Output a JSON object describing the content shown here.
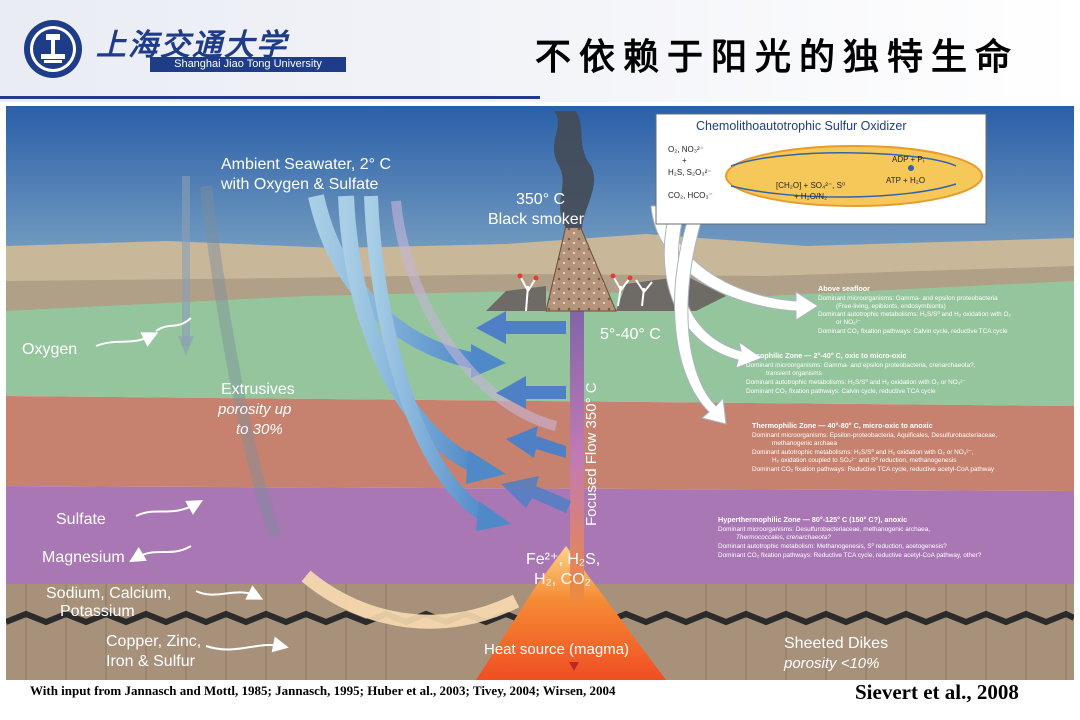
{
  "header": {
    "logo_cn": "上海交通大学",
    "logo_en": "Shanghai Jiao Tong University",
    "title": "不依赖于阳光的独特生命"
  },
  "diagram": {
    "ambient_1": "Ambient Seawater, 2° C",
    "ambient_2": "with Oxygen & Sulfate",
    "smoker_temp": "350° C",
    "smoker_label": "Black smoker",
    "vent_temp": "5°-40° C",
    "oxygen": "Oxygen",
    "extrusives_1": "Extrusives",
    "extrusives_2": "porosity up",
    "extrusives_3": "to 30%",
    "focused_flow": "Focused Flow 350° C",
    "sulfate": "Sulfate",
    "magnesium": "Magnesium",
    "fluids_1": "Fe²⁺, H₂S,",
    "fluids_2": "H₂, CO₂",
    "minerals_1": "Sodium, Calcium,",
    "minerals_2": "Potassium",
    "metals_1": "Copper, Zinc,",
    "metals_2": "Iron & Sulfur",
    "heat_source": "Heat source (magma)",
    "dikes_1": "Sheeted Dikes",
    "dikes_2": "porosity <10%"
  },
  "inset": {
    "title": "Chemolithoautotrophic Sulfur Oxidizer",
    "l1": "O₂, NO₃²⁻",
    "l2": "+",
    "l3": "H₂S, S₂O₃²⁻",
    "l4": "CO₂, HCO₃⁻",
    "adp": "ADP + Pᵢ",
    "atp": "ATP + H₂O",
    "r1": "[CH₂O] + SO₄²⁻, S⁰",
    "r2": "+ H₂O/N₂"
  },
  "zones": {
    "above": {
      "title": "Above seafloor",
      "l1": "Dominant microorganisms: Gamma- and epsilon proteobacteria",
      "l2": "(Free-living, epibionts, endosymbionts)",
      "l3": "Dominant autotrophic metabolisms: H₂S/S⁰ and H₂ oxidation with O₂",
      "l4": "or NO₃²⁻",
      "l5": "Dominant CO₂ fixation pathways: Calvin cycle, reductive TCA cycle"
    },
    "mesophilic": {
      "title": "Mesophilic Zone — 2°-40° C, oxic to micro-oxic",
      "l1": "Dominant microorganisms: Gamma- and epsilon proteobacteria, crenarchaeota?,",
      "l2": "transient organisms",
      "l3": "Dominant autotrophic metabolisms: H₂S/S⁰ and H₂ oxidation with O₂ or NO₃²⁻",
      "l4": "Dominant CO₂ fixation pathways: Calvin cycle, reductive TCA cycle"
    },
    "thermophilic": {
      "title": "Thermophilic Zone — 40°-80° C, micro-oxic to anoxic",
      "l1": "Dominant microorganisms: Epsilon-proteobacteria, Aquificales, Desulfurobacteriaceae,",
      "l2": "methanogenic archaea",
      "l3": "Dominant autotrophic metabolisms: H₂S/S⁰ and H₂ oxidation with O₂ or NO₃²⁻,",
      "l4": "H₂ oxidation coupled to SO₄²⁻ and S⁰ reduction, methanogenesis",
      "l5": "Dominant CO₂ fixation pathways: Reductive TCA cycle, reductive acetyl-CoA pathway"
    },
    "hyperthermophilic": {
      "title": "Hyperthermophilic Zone — 80°-125° C (150° C?), anoxic",
      "l1": "Dominant microorganisms: Desulfurobacteriaceae, methanogenic archaea,",
      "l2": "Thermococcales, crenarchaeota?",
      "l3": "Dominant autotrophic metabolism: Methanogenesis, S⁰ reduction, acetogenesis?",
      "l4": "Dominant CO₂ fixation pathways: Reductive TCA cycle, reductive acetyl-CoA pathway, other?"
    }
  },
  "footer": {
    "credit": "With input from Jannasch and Mottl, 1985; Jannasch, 1995; Huber et al., 2003; Tivey, 2004; Wirsen, 2004",
    "citation": "Sievert et al., 2008"
  },
  "colors": {
    "header_blue": "#1f3c88",
    "sea_top": "#2f64ad",
    "mesophilic": "#93c39a",
    "thermophilic": "#c5806d",
    "hyperthermophilic": "#a876b3",
    "heat": "#f26522"
  }
}
